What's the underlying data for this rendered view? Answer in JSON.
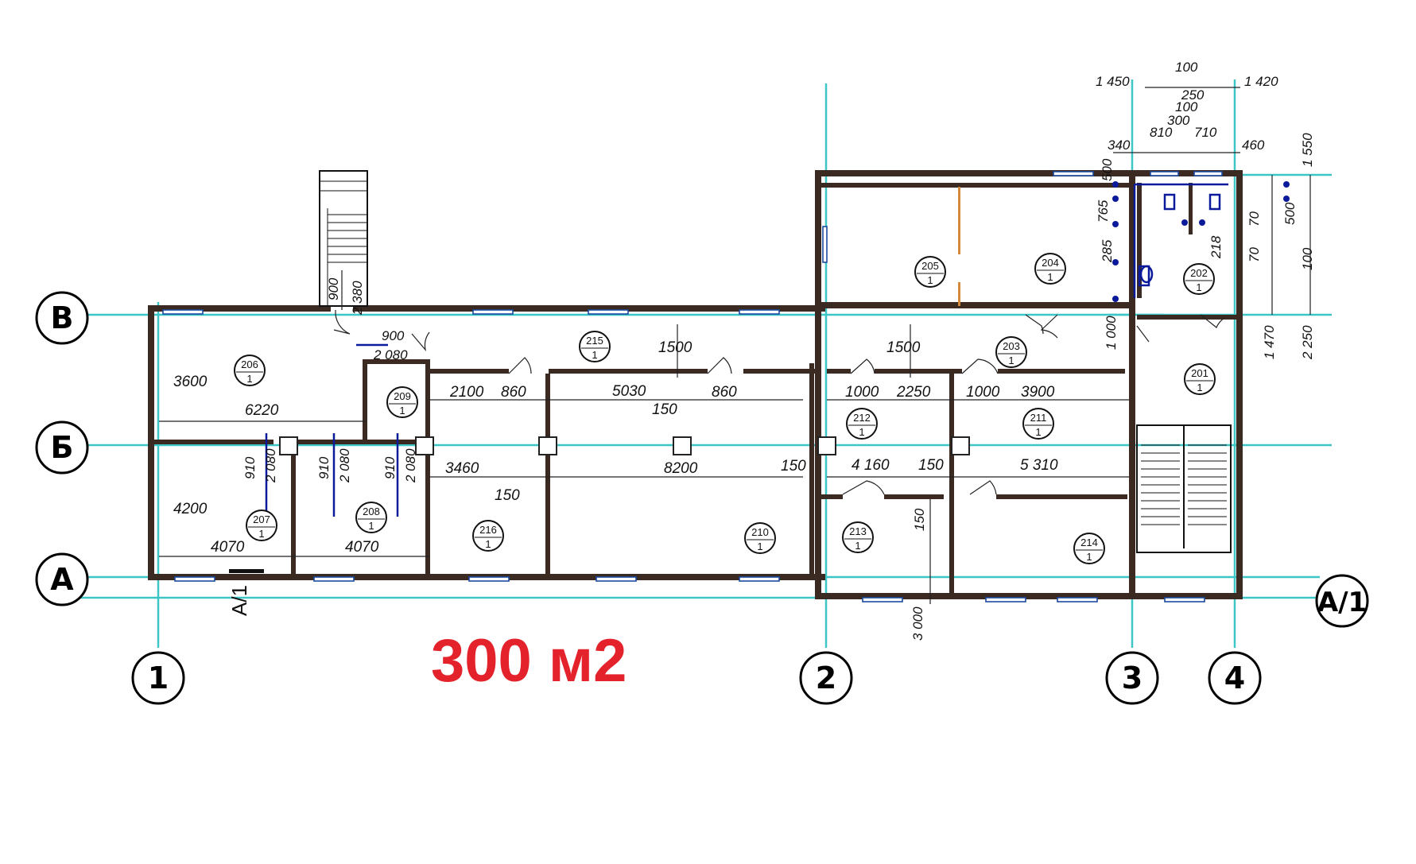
{
  "area_label": "300 м2",
  "axes": {
    "rows": [
      "В",
      "Б",
      "А",
      "А/1"
    ],
    "columns": [
      "1",
      "2",
      "3",
      "4"
    ]
  },
  "rooms": [
    {
      "id": "201",
      "sub": "1"
    },
    {
      "id": "202",
      "sub": "1"
    },
    {
      "id": "203",
      "sub": "1"
    },
    {
      "id": "204",
      "sub": "1"
    },
    {
      "id": "205",
      "sub": "1"
    },
    {
      "id": "206",
      "sub": "1"
    },
    {
      "id": "207",
      "sub": "1"
    },
    {
      "id": "208",
      "sub": "1"
    },
    {
      "id": "209",
      "sub": "1"
    },
    {
      "id": "210",
      "sub": "1"
    },
    {
      "id": "211",
      "sub": "1"
    },
    {
      "id": "212",
      "sub": "1"
    },
    {
      "id": "213",
      "sub": "1"
    },
    {
      "id": "214",
      "sub": "1"
    },
    {
      "id": "215",
      "sub": "1"
    },
    {
      "id": "216",
      "sub": "1"
    }
  ],
  "dimensions": {
    "d3600": "3600",
    "d6220": "6220",
    "d4200": "4200",
    "d4070a": "4070",
    "d4070b": "4070",
    "d910a": "910",
    "d2080a": "2 080",
    "d910b": "910",
    "d2080b": "2 080",
    "d910c": "910",
    "d2080c": "2 080",
    "d900a": "900",
    "d2080d": "2 080",
    "d900b": "900",
    "d2380": "2 380",
    "d2100": "2100",
    "d860a": "860",
    "d5030": "5030",
    "d860b": "860",
    "d150a": "150",
    "d1500a": "1500",
    "d1500b": "1500",
    "d3460": "3460",
    "d150b": "150",
    "d8200": "8200",
    "d150c": "150",
    "d1000a": "1000",
    "d2250a": "2250",
    "d1000b": "1000",
    "d3900": "3900",
    "d4160": "4 160",
    "d150d": "150",
    "d5310": "5 310",
    "d150e": "150",
    "d3000": "3 000",
    "d1450": "1 450",
    "d100a": "100",
    "d1420": "1 420",
    "d250": "250",
    "d100b": "100",
    "d300": "300",
    "d340": "340",
    "d810": "810",
    "d710": "710",
    "d460": "460",
    "d500a": "500",
    "d765": "765",
    "d285": "285",
    "d1000c": "1 000",
    "d1550": "1 550",
    "d500b": "500",
    "d70a": "70",
    "d70b": "70",
    "d100c": "100",
    "d218": "218",
    "d1470": "1 470",
    "d2250b": "2 250"
  },
  "colors": {
    "axis": "#3cc6c6",
    "wall": "#3a2a22",
    "area_label": "#e3222b",
    "plumbing": "#0a1a9a"
  }
}
